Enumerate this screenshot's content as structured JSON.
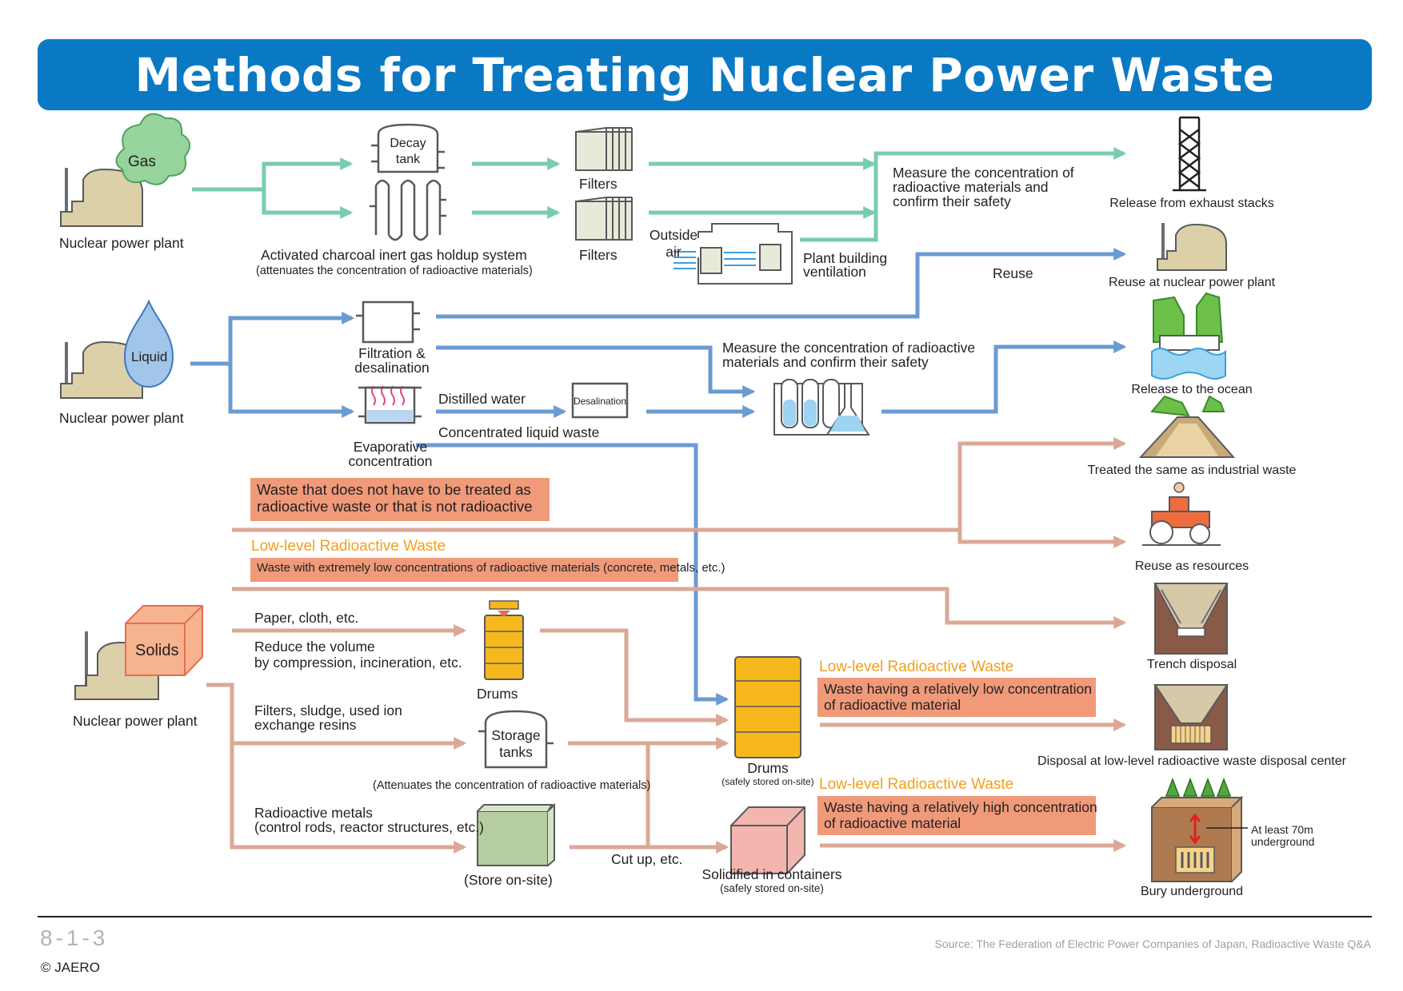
{
  "title": "Methods for Treating Nuclear Power Waste",
  "colors": {
    "title_bg": "#0a79c4",
    "gas_line": "#78ccb0",
    "liquid_line": "#6a9bd2",
    "solid_line": "#dba897",
    "label_box": "#f09a7a",
    "low_level_heading": "#f0a01e",
    "drum": "#f6b81e",
    "plant": "#dcd0a9"
  },
  "gas": {
    "source_label": "Gas",
    "plant_label": "Nuclear power plant",
    "decay_tank": "Decay\ntank",
    "charcoal_label": "Activated charcoal inert gas holdup system",
    "charcoal_note": "(attenuates the concentration of radioactive materials)",
    "filters_1": "Filters",
    "filters_2": "Filters",
    "outside_air": "Outside\nair",
    "plant_building": "Plant building\nventilation",
    "measure": "Measure the concentration of\nradioactive materials and\nconfirm their safety"
  },
  "liquid": {
    "source_label": "Liquid",
    "plant_label": "Nuclear power plant",
    "filtration": "Filtration &\ndesalination",
    "evaporative": "Evaporative\nconcentration",
    "distilled": "Distilled water",
    "desalination": "Desalination",
    "concentrated": "Concentrated liquid waste",
    "reuse": "Reuse",
    "measure": "Measure the concentration of radioactive\nmaterials and confirm their safety"
  },
  "solids": {
    "source_label": "Solids",
    "plant_label": "Nuclear power plant",
    "not_radioactive_box": "Waste that does not have to be treated as\nradioactive waste or that is not radioactive",
    "low_level_heading_1": "Low-level Radioactive Waste",
    "extremely_low_box": "Waste with extremely low concentrations of radioactive materials (concrete, metals, etc.)",
    "paper": "Paper, cloth, etc.",
    "reduce": "Reduce the volume\nby compression, incineration, etc.",
    "drums_small": "Drums",
    "filters_sludge": "Filters, sludge, used ion\nexchange resins",
    "storage_tanks": "Storage\ntanks",
    "attenuates": "(Attenuates the concentration of radioactive materials)",
    "radioactive_metals": "Radioactive metals\n(control rods, reactor structures, etc.)",
    "store_onsite": "(Store on-site)",
    "cut_up": "Cut up, etc.",
    "drums_big": "Drums",
    "drums_big_note": "(safely stored on-site)",
    "solidified": "Solidified in containers",
    "solidified_note": "(safely stored on-site)",
    "low_level_heading_2": "Low-level Radioactive Waste",
    "relatively_low_box": "Waste having a relatively low concentration\nof radioactive material",
    "low_level_heading_3": "Low-level Radioactive Waste",
    "relatively_high_box": "Waste having a relatively high concentration\nof radioactive material"
  },
  "destinations": [
    {
      "label": "Release from exhaust stacks",
      "icon": "exhaust-stack-icon"
    },
    {
      "label": "Reuse at nuclear power plant",
      "icon": "power-plant-icon"
    },
    {
      "label": "Release to the ocean",
      "icon": "ocean-icon"
    },
    {
      "label": "Treated the same as industrial waste",
      "icon": "industrial-waste-icon"
    },
    {
      "label": "Reuse as resources",
      "icon": "road-roller-icon"
    },
    {
      "label": "Trench disposal",
      "icon": "trench-icon"
    },
    {
      "label": "Disposal at low-level radioactive waste disposal center",
      "icon": "disposal-center-icon"
    },
    {
      "label": "Bury underground",
      "icon": "underground-icon"
    }
  ],
  "underground_depth": "At least 70m\nunderground",
  "footer": {
    "code": "8-1-3",
    "copyright": "© JAERO",
    "source": "Source: The Federation of Electric Power Companies of Japan, Radioactive Waste Q&A"
  }
}
